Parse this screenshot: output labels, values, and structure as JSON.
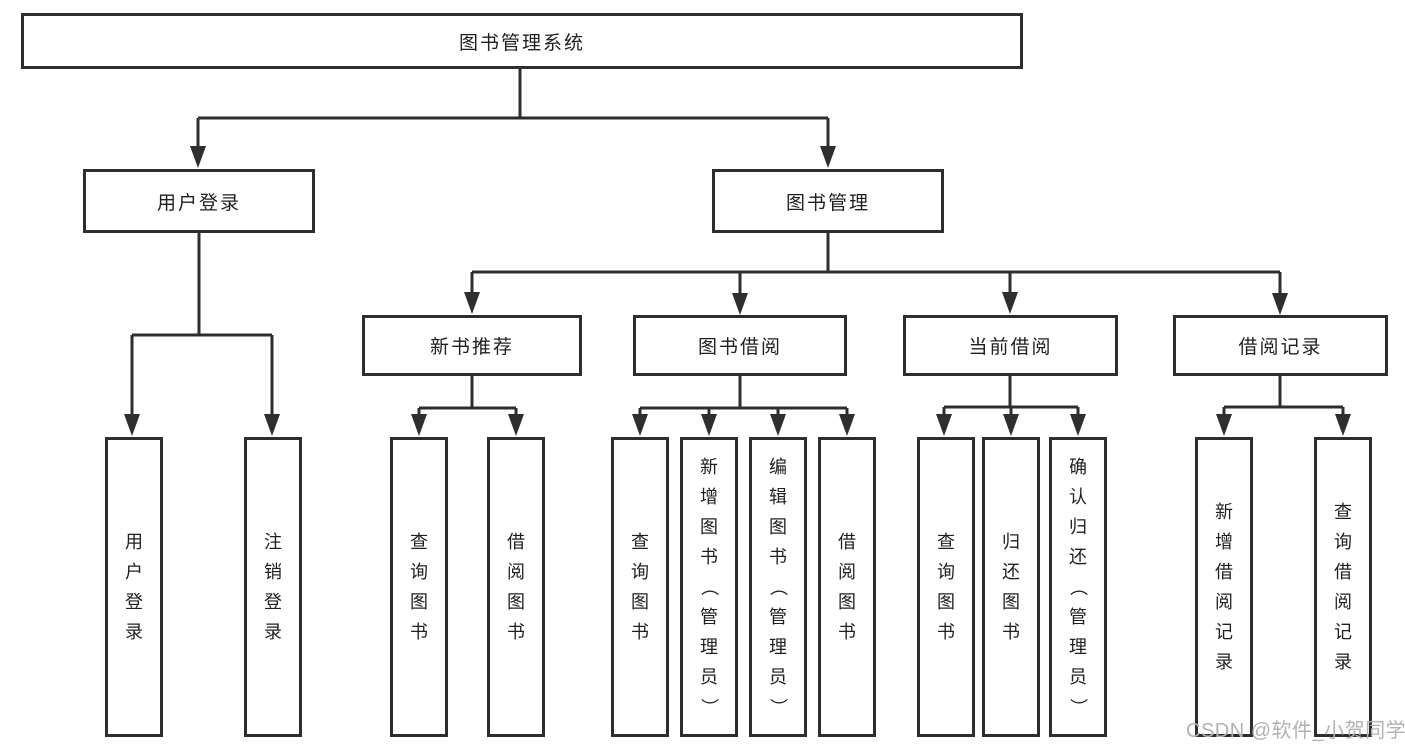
{
  "diagram": {
    "root": {
      "label": "图书管理系统"
    },
    "level1": [
      {
        "label": "用户登录"
      },
      {
        "label": "图书管理"
      }
    ],
    "login_children": [
      {
        "label": "用户登录"
      },
      {
        "label": "注销登录"
      }
    ],
    "level2": [
      {
        "label": "新书推荐"
      },
      {
        "label": "图书借阅"
      },
      {
        "label": "当前借阅"
      },
      {
        "label": "借阅记录"
      }
    ],
    "recommend_children": [
      {
        "label": "查询图书"
      },
      {
        "label": "借阅图书"
      }
    ],
    "borrow_children": [
      {
        "label": "查询图书"
      },
      {
        "label": "新增图书（管理员）"
      },
      {
        "label": "编辑图书（管理员）"
      },
      {
        "label": "借阅图书"
      }
    ],
    "current_children": [
      {
        "label": "查询图书"
      },
      {
        "label": "归还图书"
      },
      {
        "label": "确认归还（管理员）"
      }
    ],
    "records_children": [
      {
        "label": "新增借阅记录"
      },
      {
        "label": "查询借阅记录"
      }
    ]
  },
  "watermark": {
    "text": "CSDN @软件_小贺同学"
  },
  "colors": {
    "line": "#2e2e2e",
    "box_border": "#2d2d2d",
    "text": "#1f1f1f",
    "watermark": "#b2b2b2",
    "background": "#ffffff"
  }
}
